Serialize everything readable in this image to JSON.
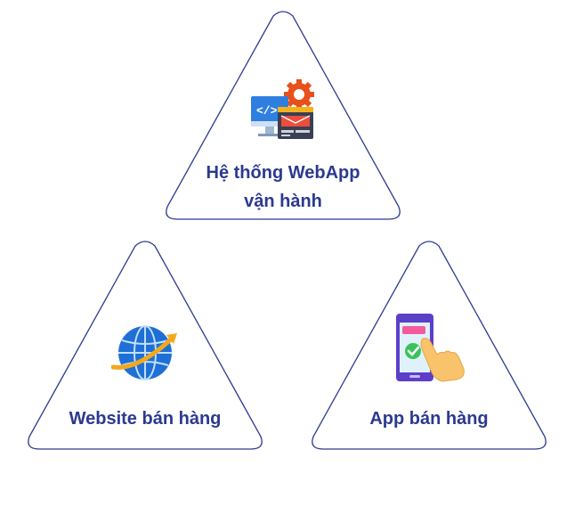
{
  "cards": [
    {
      "label_line1": "Hệ thống WebApp",
      "label_line2": "vận hành",
      "icon": "webapp-code-gear-icon"
    },
    {
      "label_line1": "Website bán hàng",
      "icon": "globe-arrow-icon"
    },
    {
      "label_line1": "App bán hàng",
      "icon": "phone-touch-check-icon"
    }
  ],
  "colors": {
    "outline": "#2b3a8f",
    "text": "#2b3a8f"
  }
}
